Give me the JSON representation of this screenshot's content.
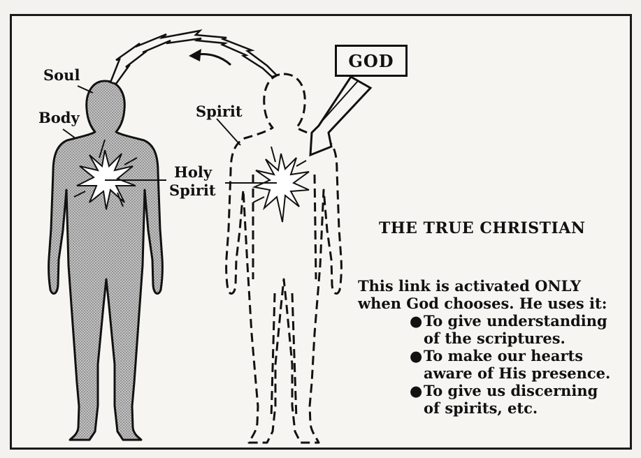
{
  "labels": {
    "soul": "Soul",
    "body": "Body",
    "spirit": "Spirit",
    "holy_spirit_line1": "Holy",
    "holy_spirit_line2": "Spirit",
    "god": "GOD"
  },
  "title": "THE TRUE CHRISTIAN",
  "description": {
    "line1": "This link is activated ONLY",
    "line2": "when God chooses. He uses it:"
  },
  "bullets": [
    {
      "line1": "To give understanding",
      "line2": "of the scriptures."
    },
    {
      "line1": "To make our hearts",
      "line2": "aware of His presence."
    },
    {
      "line1": "To give us discerning",
      "line2": "of spirits, etc."
    }
  ],
  "bullet_glyph": "●",
  "colors": {
    "ink": "#111111",
    "paper": "#f6f5f1",
    "stipple": "#a9a9a9"
  }
}
